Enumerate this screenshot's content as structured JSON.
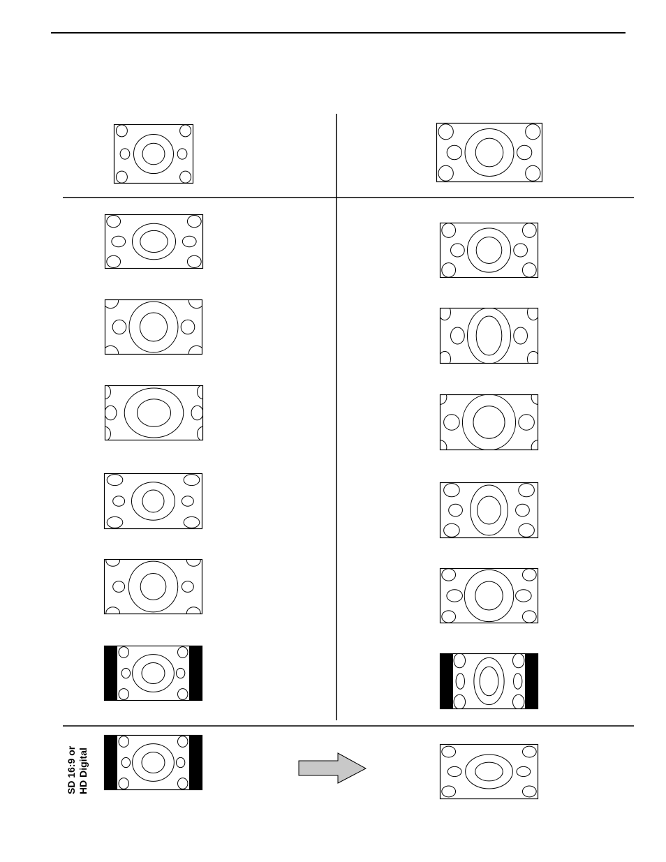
{
  "rows": [
    {
      "left": {
        "variant": "standard-4x3",
        "bars": false
      },
      "right": {
        "variant": "standard-wide",
        "bars": false
      }
    },
    {
      "left": {
        "variant": "squeezed-oval",
        "bars": false
      },
      "right": {
        "variant": "normal-circle",
        "bars": false
      }
    },
    {
      "left": {
        "variant": "cropped-circle",
        "bars": false
      },
      "right": {
        "variant": "tall-oval-cropped",
        "bars": false
      }
    },
    {
      "left": {
        "variant": "wide-oval-cropped",
        "bars": false
      },
      "right": {
        "variant": "circle-cropped-corners",
        "bars": false
      }
    },
    {
      "left": {
        "variant": "small-oval",
        "bars": false
      },
      "right": {
        "variant": "tall-oval",
        "bars": false
      }
    },
    {
      "left": {
        "variant": "circle-top-cropped",
        "bars": false
      },
      "right": {
        "variant": "circle-wide",
        "bars": false
      }
    },
    {
      "left": {
        "variant": "pillarbox-circle",
        "bars": true
      },
      "right": {
        "variant": "pillarbox-tall-oval",
        "bars": true
      }
    }
  ],
  "bottom": {
    "label_line1": "SD 16:9 or",
    "label_line2": "HD Digital",
    "left": {
      "variant": "pillarbox-circle",
      "bars": true
    },
    "arrow": "right-arrow-icon",
    "right": {
      "variant": "wide-oval",
      "bars": false
    }
  },
  "colors": {
    "line": "#000000",
    "bar": "#000000",
    "arrow_fill": "#c8c8c8",
    "background": "#ffffff"
  }
}
